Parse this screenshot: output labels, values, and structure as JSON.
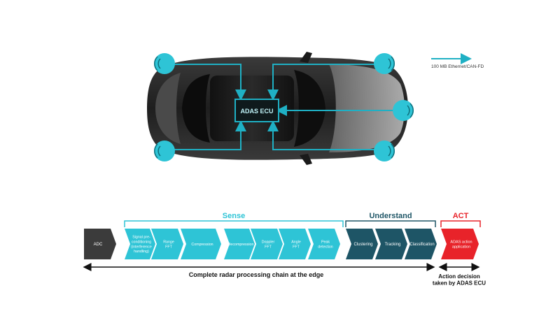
{
  "legend": {
    "label": "100 MB Ethernet/CAN-FD"
  },
  "ecu": {
    "label": "ADAS ECU"
  },
  "sensor_icon": "radar-sensor-icon",
  "groups": {
    "sense": "Sense",
    "understand": "Understand",
    "act": "ACT"
  },
  "chain": {
    "adc": "ADC",
    "sense_steps": [
      "Signal pre-\nconditioning\n(interference\nhandling)",
      "Range\nFFT",
      "Compression",
      "Decompression",
      "Doppler\nFFT",
      "Angle\nFFT",
      "Peak\ndetection"
    ],
    "understand_steps": [
      "Clustering",
      "Tracking",
      "Classification"
    ],
    "act_steps": [
      "ADAS action\napplication"
    ]
  },
  "bottom": {
    "chain_label": "Complete radar processing chain at the edge",
    "decision_label": "Action decision\ntaken by ADAS ECU"
  },
  "colors": {
    "sensor": "#2ec4d6",
    "line": "#1fb0c4",
    "sense": "#2ec4d6",
    "understand": "#1e5566",
    "act": "#e8232a",
    "adc": "#3b3b3b",
    "car": "#2b2b2b"
  }
}
